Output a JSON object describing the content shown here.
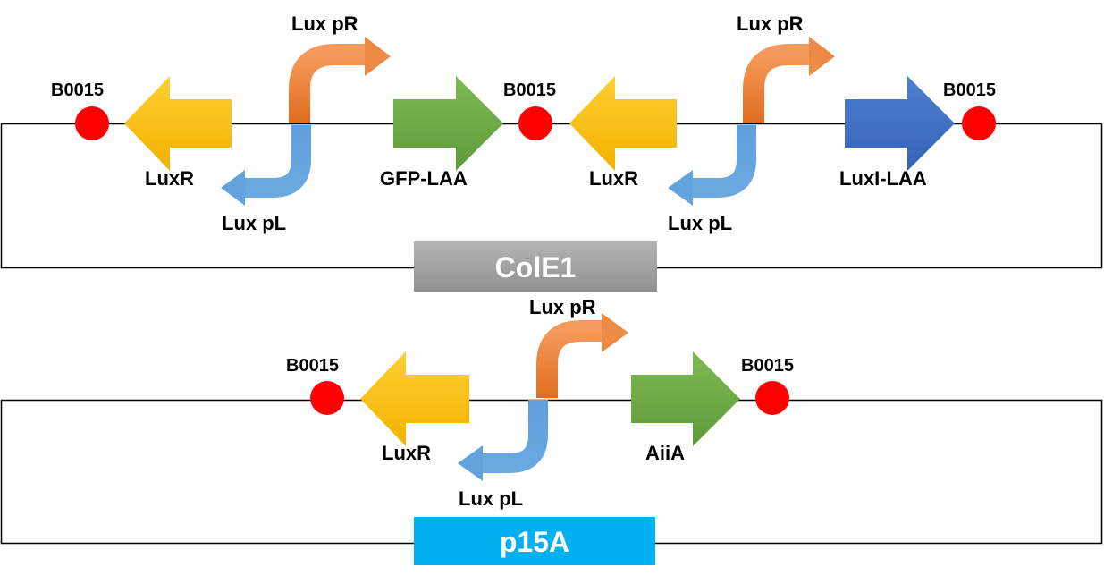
{
  "plasmids": [
    {
      "origin": "ColE1",
      "origin_color": "#a6a6a6",
      "parts": [
        {
          "type": "terminator",
          "label": "B0015"
        },
        {
          "type": "cds",
          "label": "LuxR",
          "direction": "reverse",
          "color": "#ffc000"
        },
        {
          "type": "promoter",
          "label": "Lux pL",
          "direction": "reverse",
          "color": "#5b9bd5"
        },
        {
          "type": "promoter",
          "label": "Lux pR",
          "direction": "forward",
          "color": "#ed7d31"
        },
        {
          "type": "cds",
          "label": "GFP-LAA",
          "direction": "forward",
          "color": "#70ad47"
        },
        {
          "type": "terminator",
          "label": "B0015"
        },
        {
          "type": "cds",
          "label": "LuxR",
          "direction": "reverse",
          "color": "#ffc000"
        },
        {
          "type": "promoter",
          "label": "Lux pL",
          "direction": "reverse",
          "color": "#5b9bd5"
        },
        {
          "type": "promoter",
          "label": "Lux pR",
          "direction": "forward",
          "color": "#ed7d31"
        },
        {
          "type": "cds",
          "label": "LuxI-LAA",
          "direction": "forward",
          "color": "#4472c4"
        },
        {
          "type": "terminator",
          "label": "B0015"
        }
      ]
    },
    {
      "origin": "p15A",
      "origin_color": "#00b0f0",
      "parts": [
        {
          "type": "terminator",
          "label": "B0015"
        },
        {
          "type": "cds",
          "label": "LuxR",
          "direction": "reverse",
          "color": "#ffc000"
        },
        {
          "type": "promoter",
          "label": "Lux pL",
          "direction": "reverse",
          "color": "#5b9bd5"
        },
        {
          "type": "promoter",
          "label": "Lux pR",
          "direction": "forward",
          "color": "#ed7d31"
        },
        {
          "type": "cds",
          "label": "AiiA",
          "direction": "forward",
          "color": "#70ad47"
        },
        {
          "type": "terminator",
          "label": "B0015"
        }
      ]
    }
  ],
  "terminator_color": "#ff0000"
}
